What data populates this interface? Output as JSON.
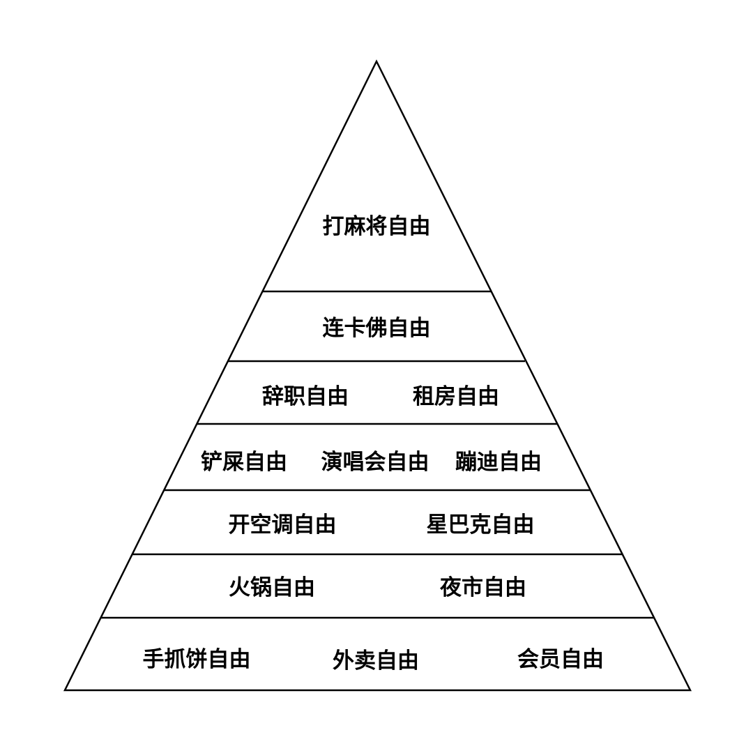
{
  "pyramid": {
    "tiers": [
      {
        "labels": [
          "打麻将自由"
        ]
      },
      {
        "labels": [
          "连卡佛自由"
        ]
      },
      {
        "labels": [
          "辞职自由",
          "租房自由"
        ]
      },
      {
        "labels": [
          "铲屎自由",
          "演唱会自由",
          "蹦迪自由"
        ]
      },
      {
        "labels": [
          "开空调自由",
          "星巴克自由"
        ]
      },
      {
        "labels": [
          "火锅自由",
          "夜市自由"
        ]
      },
      {
        "labels": [
          "手抓饼自由",
          "外卖自由",
          "会员自由"
        ]
      }
    ]
  },
  "colors": {
    "line": "#000000",
    "text": "#000000",
    "background": "#ffffff"
  }
}
